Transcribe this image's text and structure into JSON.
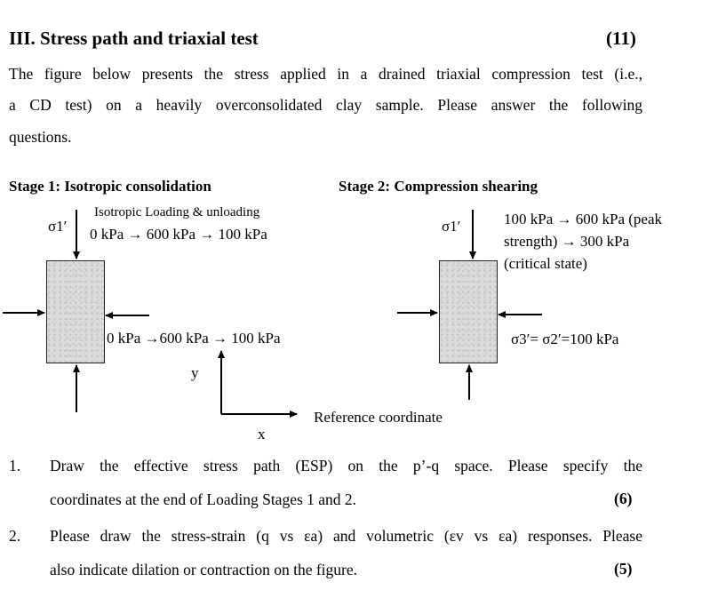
{
  "section": {
    "title": "III. Stress path and triaxial test",
    "points": "(11)"
  },
  "intro": {
    "line1": "The figure below presents the stress applied in a drained triaxial compression test (i.e.,",
    "line2": "a CD test) on a heavily overconsolidated clay sample. Please answer the following",
    "line3": "questions."
  },
  "stage1": {
    "title": "Stage 1: Isotropic consolidation",
    "sigma1_label": "σ1′",
    "loading_caption": "Isotropic Loading & unloading",
    "axial_path": "0 kPa → 600 kPa → 100 kPa",
    "lateral_path": "0 kPa →600 kPa → 100 kPa"
  },
  "stage2": {
    "title": "Stage 2: Compression shearing",
    "sigma1_label": "σ1′",
    "axial_line1": "100 kPa → 600 kPa (peak",
    "axial_line2": "strength) → 300 kPa",
    "axial_line3": "(critical state)",
    "lateral_label": "σ3′= σ2′=100 kPa"
  },
  "reference": {
    "y_label": "y",
    "x_label": "x",
    "caption": "Reference coordinate"
  },
  "questions": [
    {
      "number": "1.",
      "line1": "Draw the effective stress path (ESP) on the p’-q space. Please specify the",
      "line2": "coordinates at the end of Loading Stages 1 and 2.",
      "points": "(6)"
    },
    {
      "number": "2.",
      "line1": "Please draw the stress-strain (q vs εa) and volumetric (εv vs εa) responses. Please",
      "line2": "also indicate dilation or contraction on the figure.",
      "points": "(5)"
    }
  ]
}
